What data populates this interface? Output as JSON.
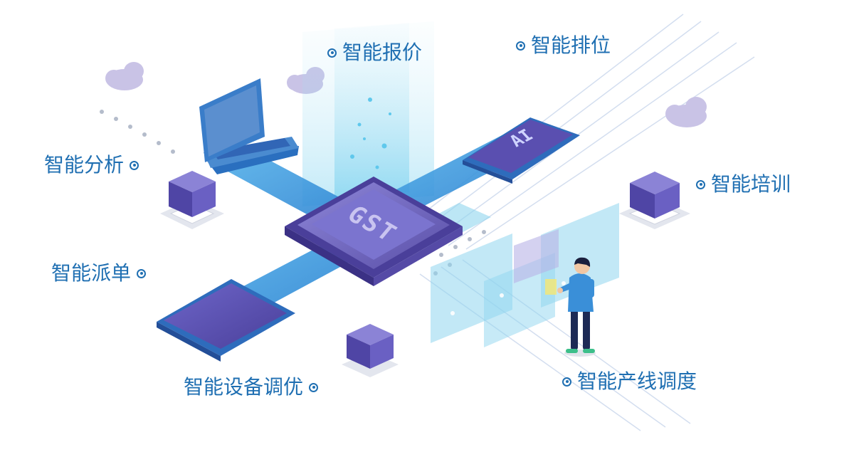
{
  "center_chip": {
    "text": "GST"
  },
  "phone_screen": {
    "text": "AI"
  },
  "features": [
    {
      "name": "智能报价"
    },
    {
      "name": "智能排位"
    },
    {
      "name": "智能分析"
    },
    {
      "name": "智能培训"
    },
    {
      "name": "智能派单"
    },
    {
      "name": "智能设备调优"
    },
    {
      "name": "智能产线调度"
    }
  ],
  "colors": {
    "label_blue": "#1f6fb2",
    "beam_blue": "#2e8fd8",
    "chip_purple": "#5a4fa8",
    "cube_purple": "#5b4fb0",
    "cloud_lavender": "#c9c3e6",
    "panel_cyan": "#8fd6ef"
  }
}
